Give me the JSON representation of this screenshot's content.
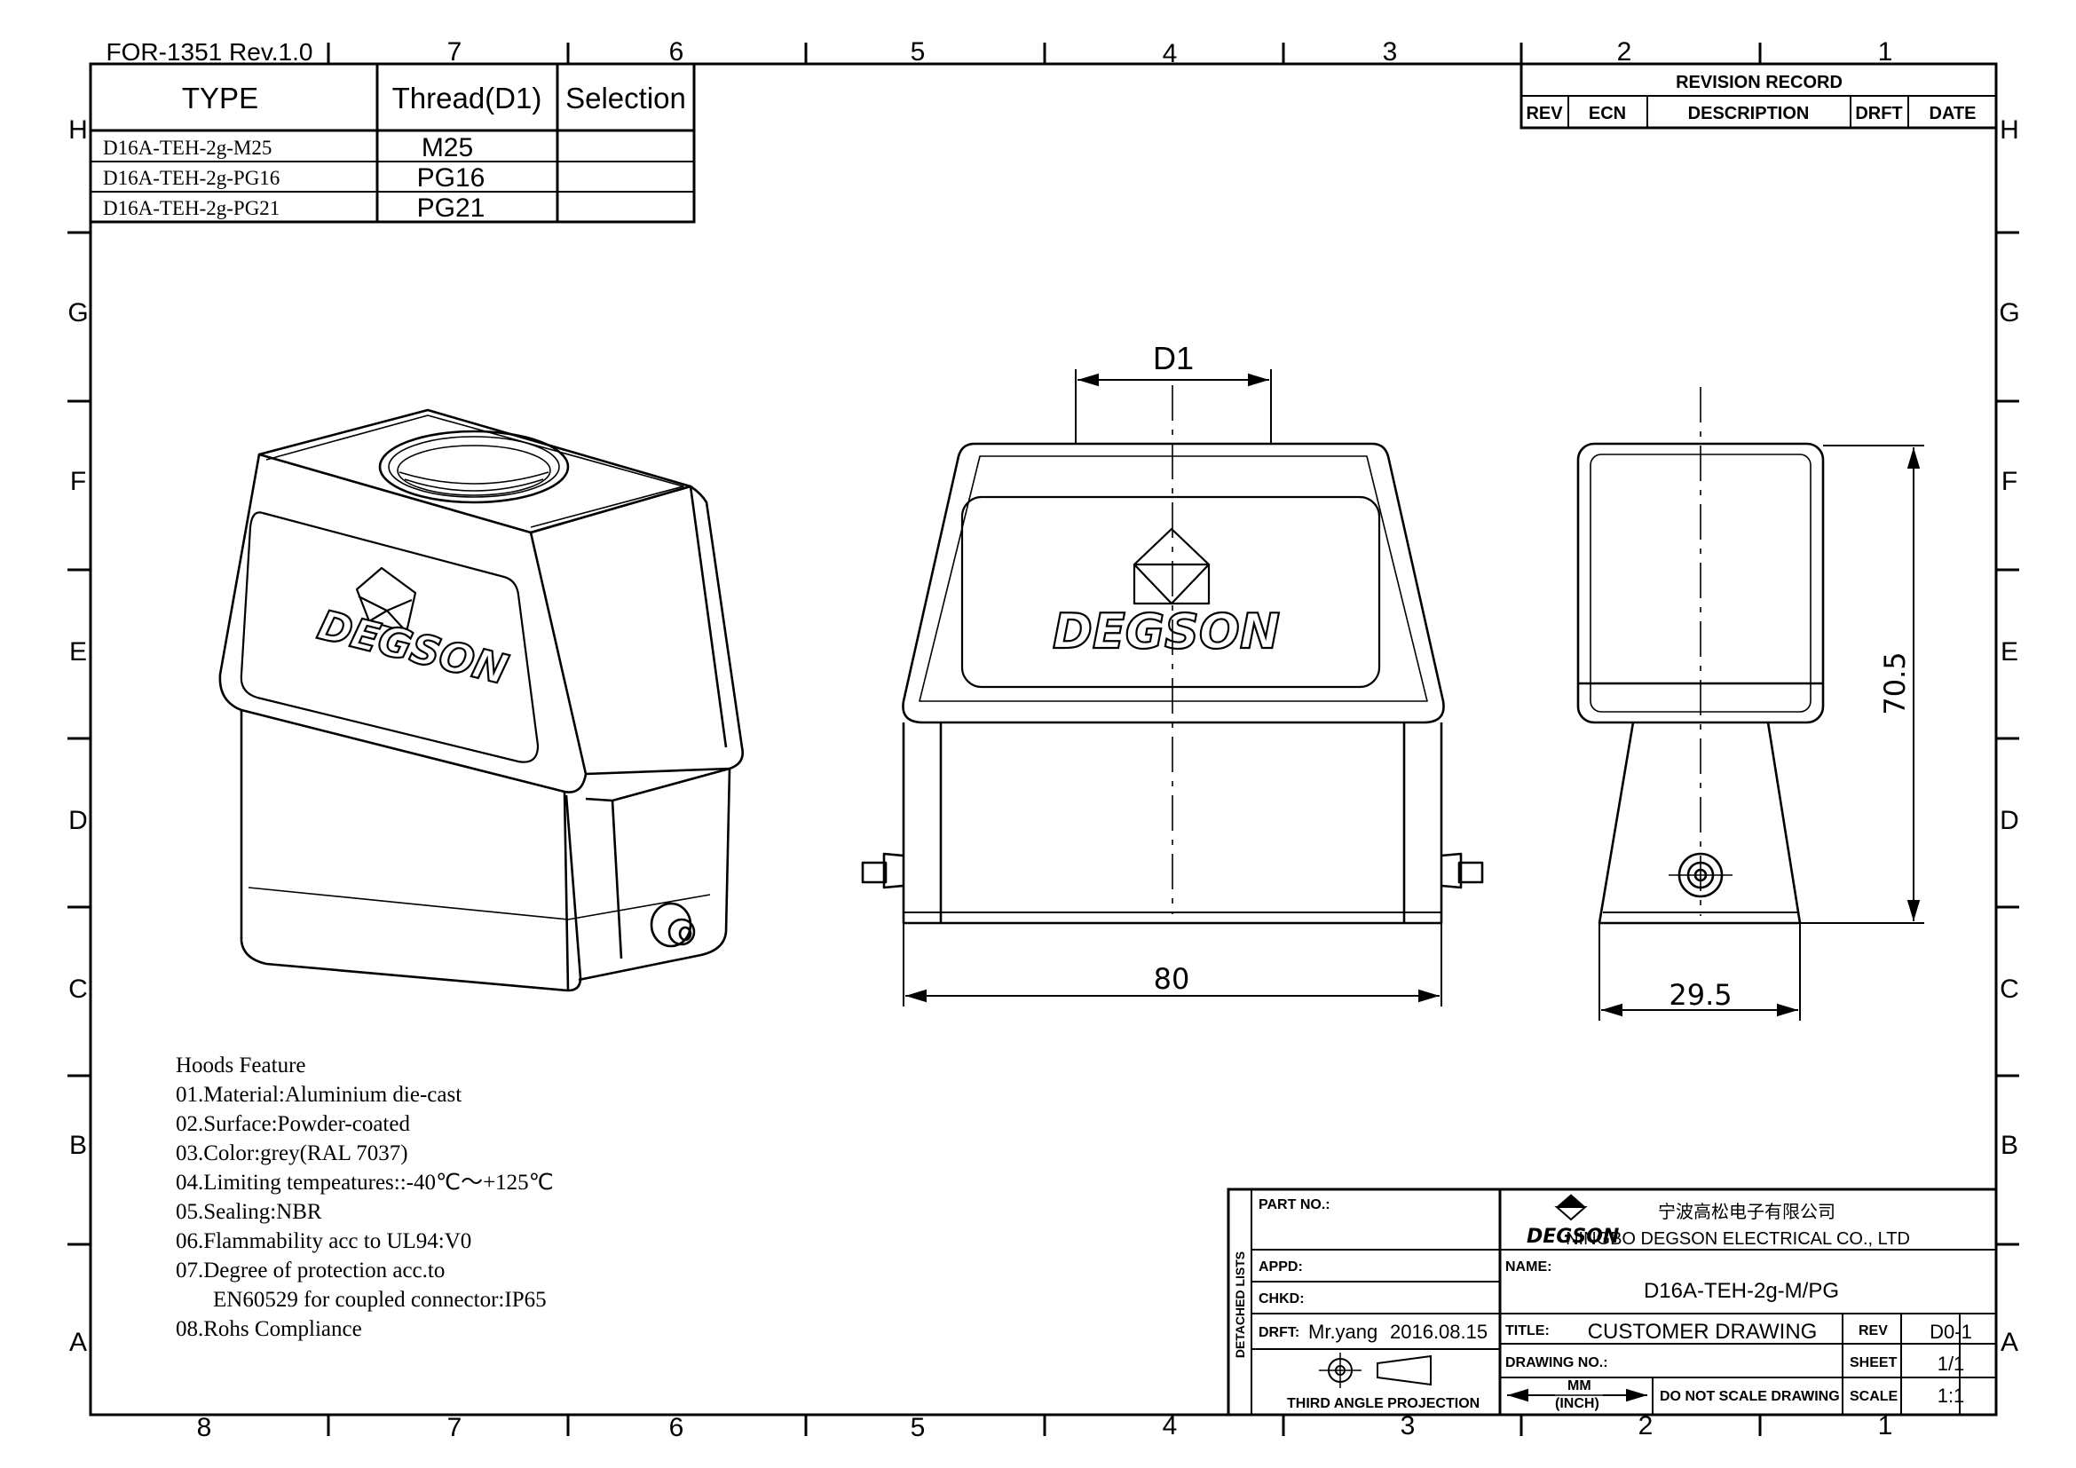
{
  "form_id": "FOR-1351 Rev.1.0",
  "zones": {
    "top_cols": [
      "7",
      "6",
      "5",
      "4",
      "3",
      "2",
      "1"
    ],
    "bottom_cols": [
      "8",
      "7",
      "6",
      "5",
      "4",
      "3",
      "2",
      "1"
    ],
    "left_rows": [
      "H",
      "G",
      "F",
      "E",
      "D",
      "C",
      "B",
      "A"
    ],
    "right_rows": [
      "H",
      "G",
      "F",
      "E",
      "D",
      "C",
      "B",
      "A"
    ]
  },
  "type_table": {
    "headers": [
      "TYPE",
      "Thread(D1)",
      "Selection"
    ],
    "rows": [
      {
        "type": "D16A-TEH-2g-M25",
        "thread": "M25",
        "selection": ""
      },
      {
        "type": "D16A-TEH-2g-PG16",
        "thread": "PG16",
        "selection": ""
      },
      {
        "type": "D16A-TEH-2g-PG21",
        "thread": "PG21",
        "selection": ""
      }
    ]
  },
  "revision_record": {
    "title": "REVISION RECORD",
    "headers": [
      "REV",
      "ECN",
      "DESCRIPTION",
      "DRFT",
      "DATE"
    ]
  },
  "views": {
    "brand_mark": "DEGSON",
    "dim_d1": "D1",
    "dim_width": "80",
    "dim_height": "70.5",
    "dim_depth": "29.5"
  },
  "features": {
    "title": "Hoods Feature",
    "items": [
      "01.Material:Aluminium die-cast",
      "02.Surface:Powder-coated",
      "03.Color:grey(RAL 7037)",
      "04.Limiting tempeatures::-40℃～+125℃",
      "05.Sealing:NBR",
      "06.Flammability acc to UL94:V0",
      "07.Degree of protection acc.to",
      "EN60529 for coupled connector:IP65",
      "08.Rohs Compliance"
    ]
  },
  "title_block": {
    "part_no_label": "PART NO.:",
    "detached_lists": "DETACHED LISTS",
    "appd_label": "APPD:",
    "chkd_label": "CHKD:",
    "drft_label": "DRFT:",
    "drft_name": "Mr.yang",
    "drft_date": "2016.08.15",
    "projection_label": "THIRD ANGLE PROJECTION",
    "company_logo": "DEGSON",
    "company_cn": "宁波高松电子有限公司",
    "company_en": "NINGBO DEGSON ELECTRICAL CO., LTD",
    "name_label": "NAME:",
    "name_value": "D16A-TEH-2g-M/PG",
    "title_label": "TITLE:",
    "title_value": "CUSTOMER DRAWING",
    "rev_label": "REV",
    "rev_value": "D0-1",
    "drawing_no_label": "DRAWING NO.:",
    "sheet_label": "SHEET",
    "sheet_value": "1/1",
    "units_mm": "MM",
    "units_inch": "(INCH)",
    "no_scale": "DO NOT SCALE DRAWING",
    "scale_label": "SCALE",
    "scale_value": "1:1"
  }
}
